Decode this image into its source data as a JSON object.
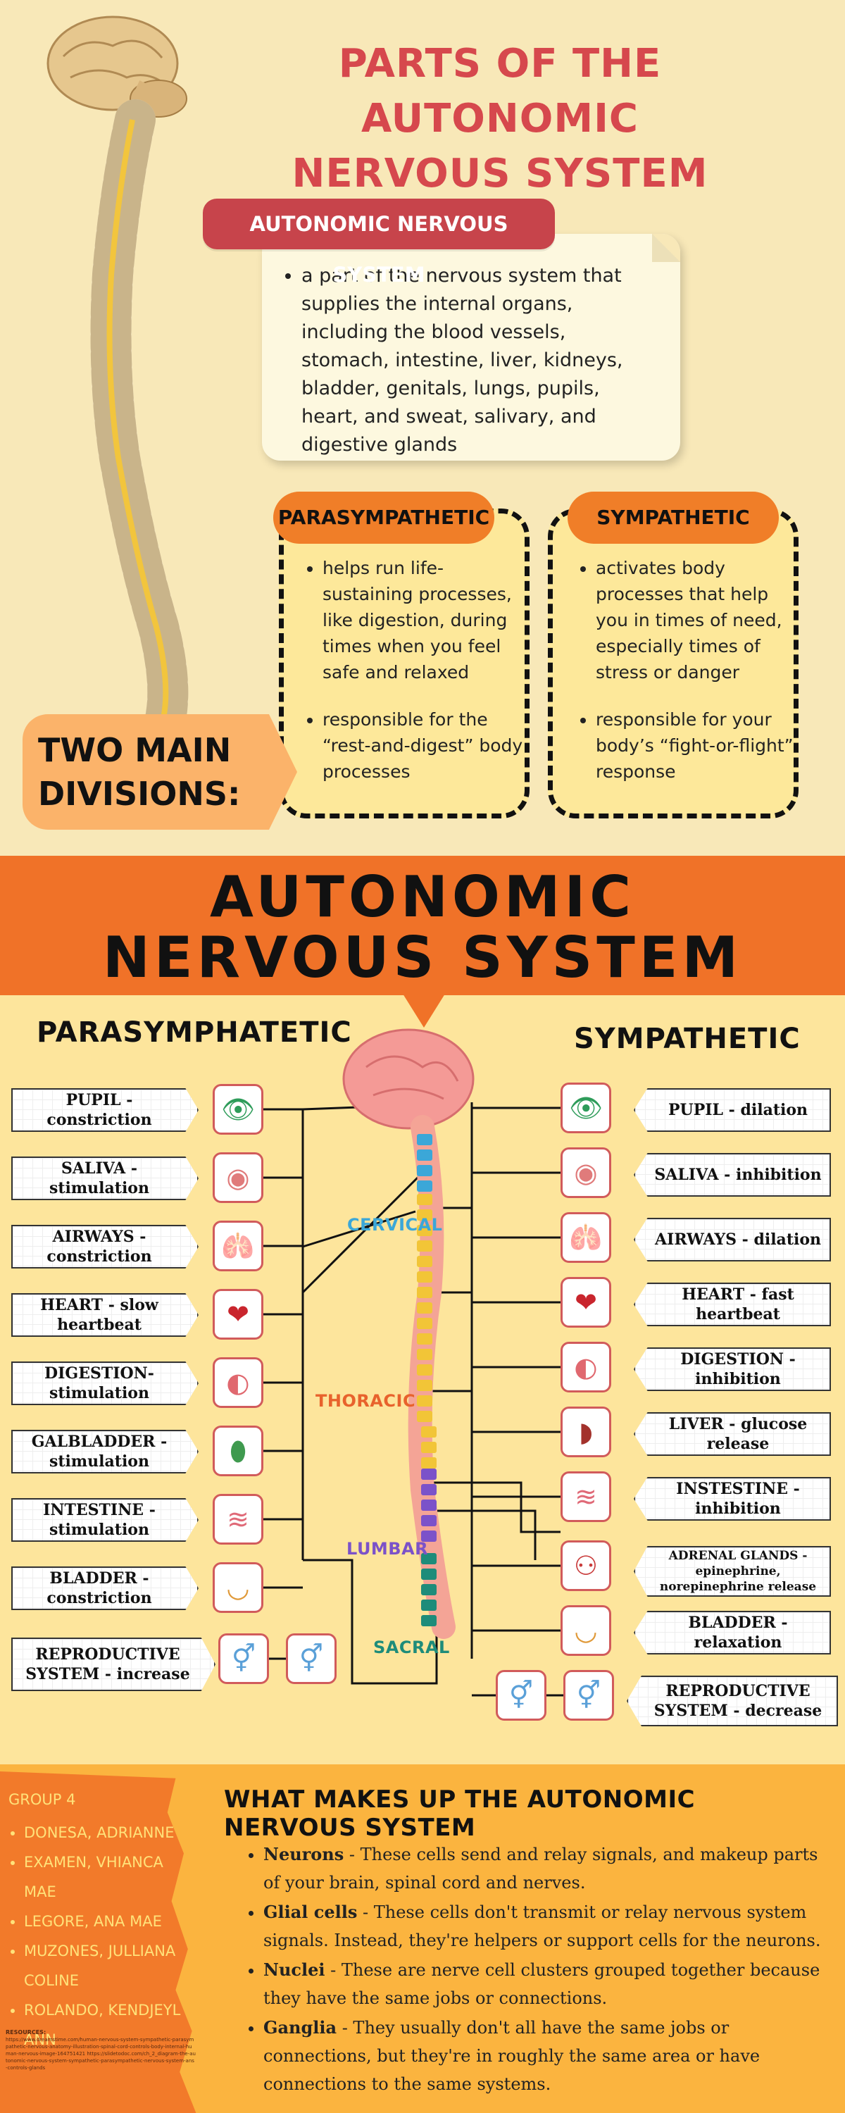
{
  "header": {
    "title_line1": "PARTS OF THE AUTONOMIC",
    "title_line2": "NERVOUS SYSTEM"
  },
  "ans_intro": {
    "label": "AUTONOMIC NERVOUS SYSTEM",
    "definition": "a part of the nervous system that supplies the internal organs, including the blood vessels, stomach, intestine, liver, kidneys, bladder, genitals, lungs, pupils, heart, and sweat, salivary, and digestive glands"
  },
  "divisions": {
    "tag_line1": "TWO MAIN",
    "tag_line2": "DIVISIONS:",
    "parasympathetic": {
      "label": "PARASYMPATHETIC",
      "points": [
        "helps run life-sustaining processes, like digestion, during times when you feel safe and relaxed",
        "responsible for the “rest-and-digest” body processes"
      ]
    },
    "sympathetic": {
      "label": "SYMPATHETIC",
      "points": [
        "activates body processes that help you in times of need, especially times of stress or danger",
        "responsible for your body’s “fight-or-flight” response"
      ]
    }
  },
  "diagram": {
    "banner_line1": "AUTONOMIC",
    "banner_line2": "NERVOUS SYSTEM",
    "left_title": "PARASYMPHATETIC",
    "right_title": "SYMPATHETIC",
    "regions": [
      "CERVICAL",
      "THORACIC",
      "LUMBAR",
      "SACRAL"
    ],
    "region_colors": [
      "#3ba7d8",
      "#e8622c",
      "#7b52c9",
      "#1e8c7a"
    ],
    "left_items": [
      {
        "label": "PUPIL - constriction",
        "icon": "eye-icon"
      },
      {
        "label": "SALIVA - stimulation",
        "icon": "salivary-gland-icon"
      },
      {
        "label": "AIRWAYS - constriction",
        "icon": "lungs-icon"
      },
      {
        "label": "HEART - slow heartbeat",
        "icon": "heart-icon"
      },
      {
        "label": "DIGESTION- stimulation",
        "icon": "stomach-icon"
      },
      {
        "label": "GALBLADDER - stimulation",
        "icon": "gallbladder-icon"
      },
      {
        "label": "INTESTINE - stimulation",
        "icon": "intestine-icon"
      },
      {
        "label": "BLADDER - constriction",
        "icon": "bladder-icon"
      },
      {
        "label": "REPRODUCTIVE SYSTEM - increase",
        "icon": "reproductive-icon"
      }
    ],
    "right_items": [
      {
        "label": "PUPIL - dilation",
        "icon": "eye-icon"
      },
      {
        "label": "SALIVA - inhibition",
        "icon": "salivary-gland-icon"
      },
      {
        "label": "AIRWAYS - dilation",
        "icon": "lungs-icon"
      },
      {
        "label": "HEART - fast heartbeat",
        "icon": "heart-icon"
      },
      {
        "label": "DIGESTION - inhibition",
        "icon": "stomach-icon"
      },
      {
        "label": "LIVER - glucose release",
        "icon": "liver-icon"
      },
      {
        "label": "INSTESTINE - inhibition",
        "icon": "intestine-icon"
      },
      {
        "label": "ADRENAL GLANDS - epinephrine, norepinephrine release",
        "icon": "kidney-icon"
      },
      {
        "label": "BLADDER - relaxation",
        "icon": "bladder-icon"
      },
      {
        "label": "REPRODUCTIVE SYSTEM - decrease",
        "icon": "reproductive-icon"
      }
    ]
  },
  "footer": {
    "group_title": "GROUP 4",
    "members": [
      "DONESA, ADRIANNE",
      "EXAMEN, VHIANCA MAE",
      "LEGORE, ANA MAE",
      "MUZONES, JULLIANA COLINE",
      "ROLANDO, KENDJEYL ANN"
    ],
    "resources_label": "RESOURCES:",
    "resources_text": "https://www.dreamstime.com/human-nervous-system-sympathetic-parasympathetic-nervous-anatomy-illustration-spinal-cord-controls-body-internal-human-nervous-image-164751421 https://slidetodoc.com/ch_2_diagram-the-autonomic-nervous-system-sympathetic-parasympathetic-nervous-system-ans-controls-glands",
    "what_title": "WHAT MAKES UP THE AUTONOMIC NERVOUS SYSTEM",
    "components": [
      {
        "term": "Neurons",
        "desc": " - These cells send and relay signals, and makeup parts of your brain, spinal cord and nerves."
      },
      {
        "term": "Glial cells",
        "desc": " - These cells don't transmit or relay nervous system signals. Instead, they're helpers or support cells for the neurons."
      },
      {
        "term": "Nuclei",
        "desc": " - These are nerve cell clusters grouped together because they have the same jobs or connections."
      },
      {
        "term": "Ganglia",
        "desc": " - They usually don't all have the same jobs or connections, but they're in roughly the same area or have connections to the same systems."
      }
    ]
  }
}
